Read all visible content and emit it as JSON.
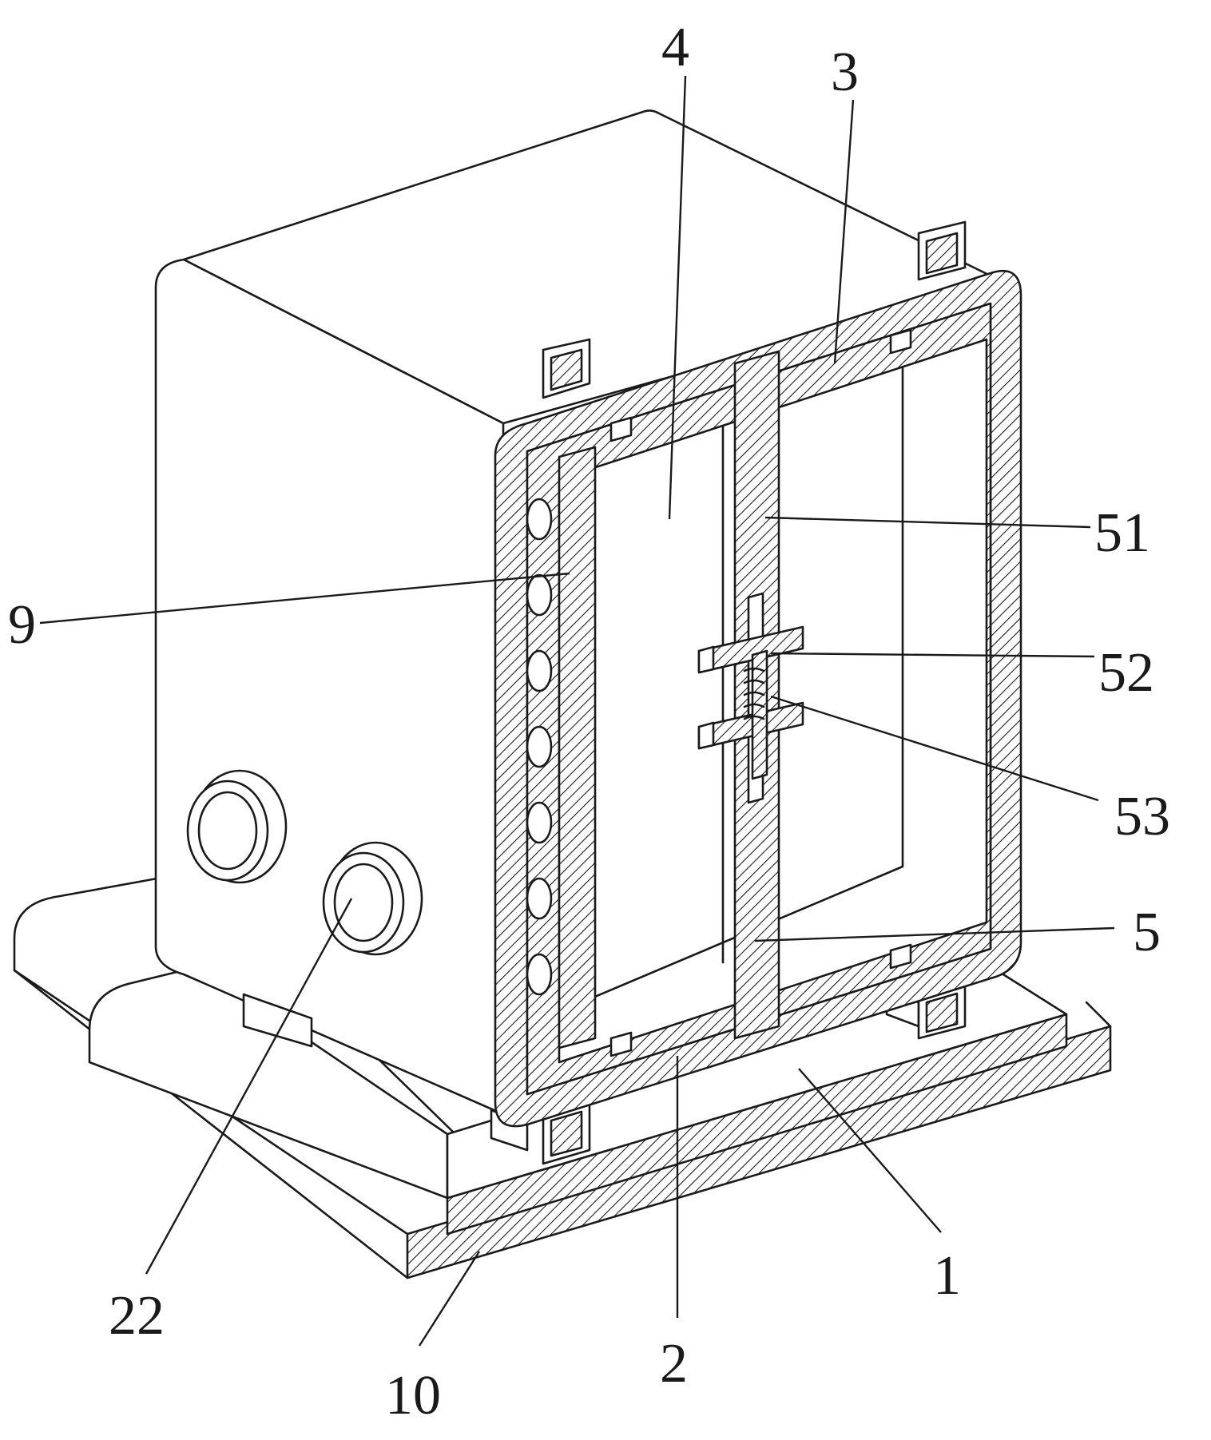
{
  "labels": {
    "l4": "4",
    "l3": "3",
    "l51": "51",
    "l9": "9",
    "l52": "52",
    "l53": "53",
    "l5": "5",
    "l22": "22",
    "l1": "1",
    "l10": "10",
    "l2": "2"
  },
  "colors": {
    "line": "#1a1a1a",
    "background": "#ffffff"
  }
}
